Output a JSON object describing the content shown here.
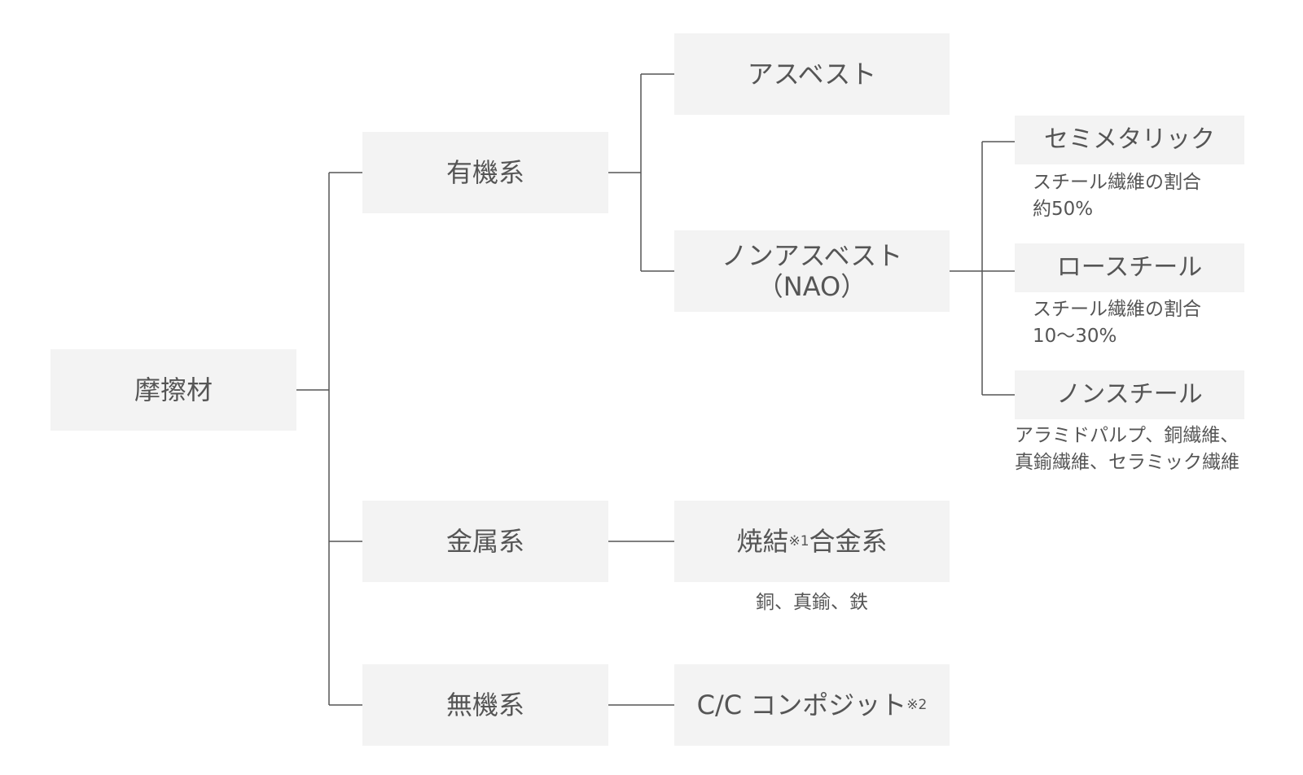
{
  "nodes": {
    "root": "摩擦材",
    "organic": "有機系",
    "metallic": "金属系",
    "inorganic": "無機系",
    "asbestos": "アスベスト",
    "non_asbestos": {
      "line1": "ノンアスベスト",
      "line2": "（NAO）"
    },
    "semi_metallic": "セミメタリック",
    "low_steel": "ロースチール",
    "non_steel": "ノンスチール",
    "sintered": {
      "before": "焼結",
      "sup": "※1",
      "after": "合金系"
    },
    "cc_composite": {
      "text": "C/C コンポジット",
      "sup": "※2"
    }
  },
  "notes": {
    "semi_metallic": [
      "スチール繊維の割合",
      "約50%"
    ],
    "low_steel": [
      "スチール繊維の割合",
      "10〜30%"
    ],
    "non_steel": [
      "アラミドパルプ、銅繊維、",
      "真鍮繊維、セラミック繊維"
    ],
    "sintered": [
      "銅、真鍮、鉄"
    ]
  }
}
